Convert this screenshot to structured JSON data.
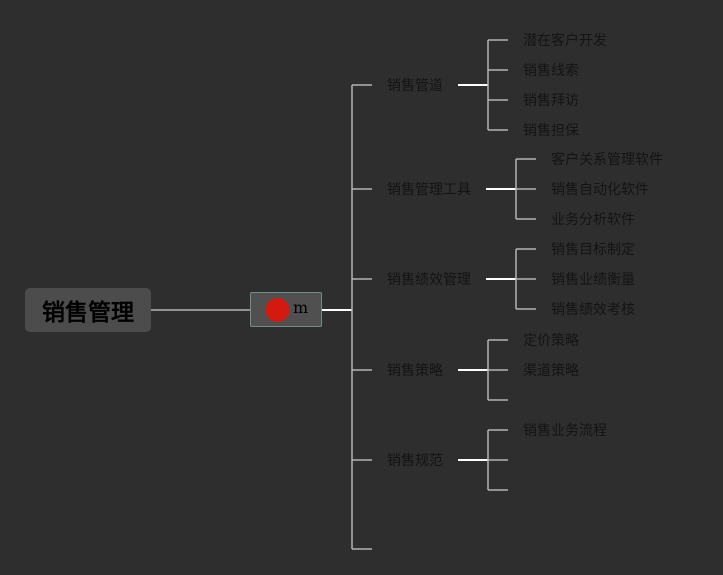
{
  "root": {
    "label": "销售管理"
  },
  "hub": {
    "label": "m",
    "icon": "red-circle-icon"
  },
  "branches": [
    {
      "label": "销售管道",
      "children": [
        "潜在客户开发",
        "销售线索",
        "销售拜访",
        "销售担保"
      ]
    },
    {
      "label": "销售管理工具",
      "children": [
        "客户关系管理软件",
        "销售自动化软件",
        "业务分析软件"
      ]
    },
    {
      "label": "销售绩效管理",
      "children": [
        "销售目标制定",
        "销售业绩衡量",
        "销售绩效考核"
      ]
    },
    {
      "label": "销售策略",
      "children": [
        "定价策略",
        "渠道策略",
        ""
      ]
    },
    {
      "label": "销售规范",
      "children": [
        "销售业务流程",
        "",
        ""
      ]
    },
    {
      "label": "",
      "children": []
    }
  ],
  "colors": {
    "background": "#2e2e2e",
    "line": "#b4b4b4",
    "accent_line": "#ffffff",
    "text": "#141414",
    "hub_dot": "#d41a10"
  }
}
